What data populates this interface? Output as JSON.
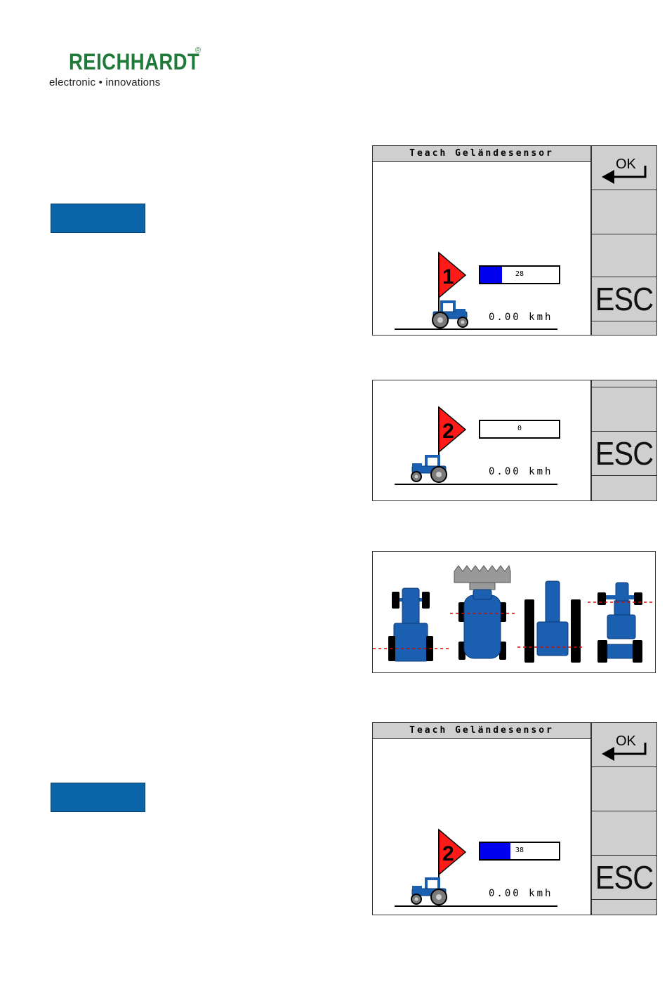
{
  "logo": {
    "name": "REICHHARDT",
    "registered": "®",
    "tagline": "electronic • innovations"
  },
  "screens": {
    "teach_flag1": {
      "title": "Teach Geländesensor",
      "flag_number": "1",
      "bar_value": "28",
      "bar_fraction": 0.28,
      "speed": "0.00 kmh",
      "ok_label": "OK",
      "esc_label": "ESC"
    },
    "flag2_empty": {
      "flag_number": "2",
      "bar_value": "0",
      "bar_fraction": 0,
      "speed": "0.00 kmh",
      "esc_label": "ESC"
    },
    "teach_flag2": {
      "title": "Teach Geländesensor",
      "flag_number": "2",
      "bar_value": "38",
      "bar_fraction": 0.38,
      "speed": "0.00 kmh",
      "ok_label": "OK",
      "esc_label": "ESC"
    }
  },
  "colors": {
    "brand_green": "#1f7a3a",
    "box_blue": "#0b63a8",
    "machine_blue": "#1a5fb0",
    "flag_red": "#ff1a1a",
    "bar_blue": "#0000ee"
  },
  "icons": [
    "tractor-icon",
    "flag-icon",
    "enter-arrow-icon",
    "harvester-icon",
    "sprayer-icon",
    "spreader-icon"
  ]
}
